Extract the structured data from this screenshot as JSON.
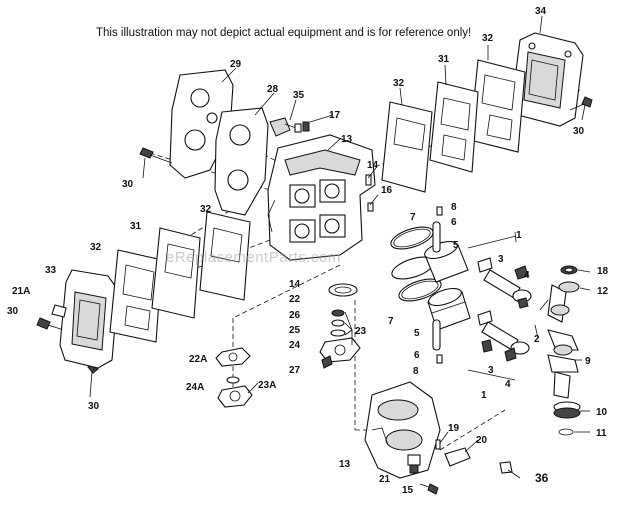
{
  "disclaimer": "This illustration may not depict actual equipment and is for reference only!",
  "watermark": "eReplacementParts.com",
  "callouts": {
    "c1a": "1",
    "c1b": "1",
    "c2": "2",
    "c3a": "3",
    "c3b": "3",
    "c4a": "4",
    "c4b": "4",
    "c5a": "5",
    "c5b": "5",
    "c6a": "6",
    "c6b": "6",
    "c7a": "7",
    "c7b": "7",
    "c8a": "8",
    "c8b": "8",
    "c9": "9",
    "c10": "10",
    "c11": "11",
    "c12": "12",
    "c13a": "13",
    "c13b": "13",
    "c14a": "14",
    "c14b": "14",
    "c15": "15",
    "c16": "16",
    "c17": "17",
    "c18": "18",
    "c19": "19",
    "c20": "20",
    "c21": "21",
    "c21a": "21A",
    "c22": "22",
    "c22a": "22A",
    "c23": "23",
    "c23a": "23A",
    "c24": "24",
    "c24a": "24A",
    "c25": "25",
    "c26": "26",
    "c27": "27",
    "c28": "28",
    "c29": "29",
    "c30a": "30",
    "c30b": "30",
    "c30c": "30",
    "c30d": "30",
    "c31a": "31",
    "c31b": "31",
    "c32a": "32",
    "c32b": "32",
    "c32c": "32",
    "c32d": "32",
    "c33": "33",
    "c34": "34",
    "c35": "35",
    "c36": "36"
  }
}
